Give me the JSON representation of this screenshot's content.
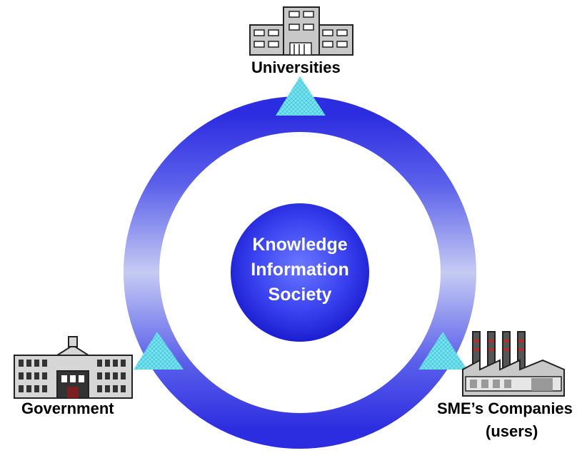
{
  "center": {
    "line1": "Knowledge",
    "line2": "Information",
    "line3": "Society"
  },
  "nodes": {
    "top": "Universities",
    "left": "Government",
    "right_line1": "SME’s Companies",
    "right_line2": "(users)"
  },
  "colors": {
    "ring_dark": "#2f2fe6",
    "ring_light": "#c9cdf2",
    "center_dark": "#1a1ad6",
    "center_light": "#5d6cff",
    "node_marker": "#6fe3f0",
    "building_fill": "#c8c8c8",
    "building_stroke": "#222222"
  },
  "icons": {
    "top": "university-building-icon",
    "left": "government-building-icon",
    "right": "factory-icon"
  }
}
